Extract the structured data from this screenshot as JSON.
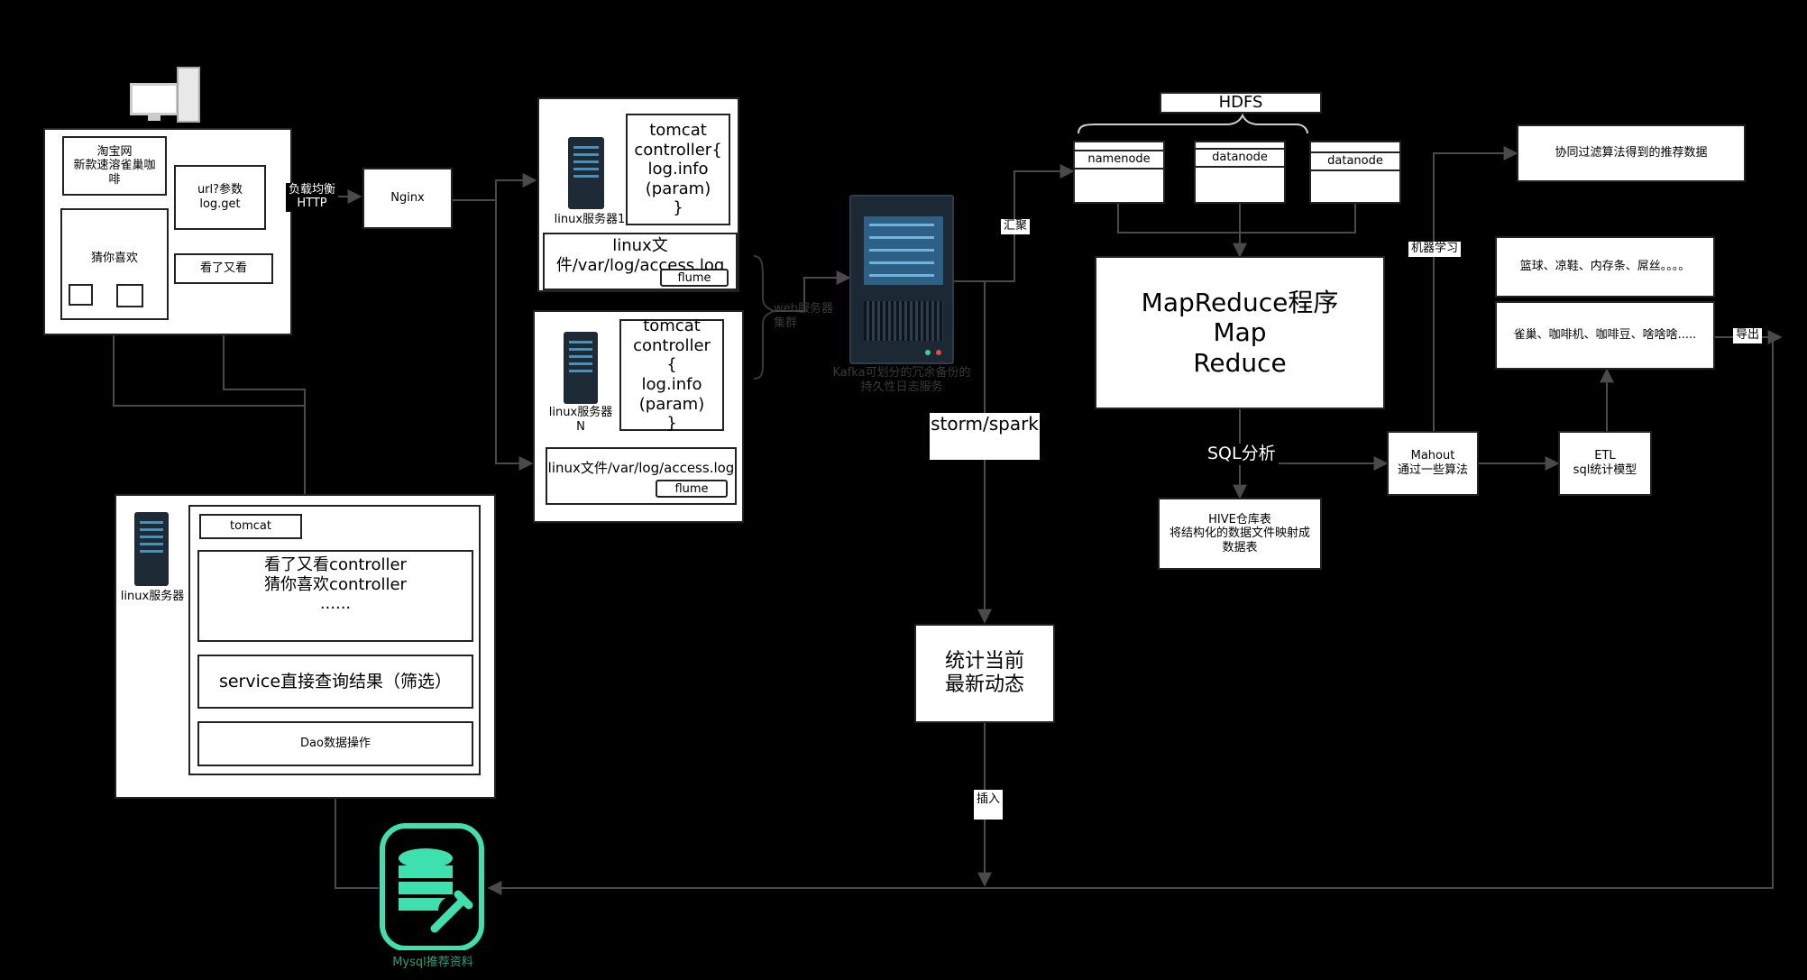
{
  "colors": {
    "background": "#000000",
    "box": "#ffffff",
    "line": "#4a4a4a",
    "mysql_accent": "#3ee0b0",
    "server_dark": "#1e2a35"
  },
  "client": {
    "title": "淘宝网\n新款速溶雀巢咖\n啡",
    "url_box": "url?参数\nlog.get",
    "guess_like": "猜你喜欢",
    "viewed_also": "看了又看",
    "icon": "desktop-computer-icon"
  },
  "edge_labels": {
    "load_balance": "负载均衡\nHTTP",
    "collect": "汇聚",
    "machine_learning": "机器学习",
    "sql_analysis": "SQL分析",
    "insert": "插入",
    "export": "导出"
  },
  "nginx": "Nginx",
  "web_server_1": {
    "server_label": "linux服务器1",
    "tomcat": "tomcat\ncontroller{\nlog.info\n(param)\n}",
    "log_file": "linux文\n件/var/log/access.log",
    "flume": "flume"
  },
  "web_server_n": {
    "server_label": "linux服务器\nN",
    "tomcat": "tomcat\ncontroller\n{\nlog.info\n(param)\n}",
    "log_file": "linux文件/var/log/access.log",
    "flume": "flume"
  },
  "web_cluster_label": "web服务器\n集群",
  "kafka_label": "Kafka可划分的冗余备份的\n持久性日志服务",
  "storm_spark": "storm/spark",
  "realtime_stats": "统计当前\n最新动态",
  "hdfs": {
    "title": "HDFS",
    "nodes": [
      "namenode",
      "datanode",
      "datanode"
    ]
  },
  "mapreduce": "MapReduce程序\nMap\nReduce",
  "hive": "HIVE仓库表\n将结构化的数据文件映射成\n数据表",
  "mahout": "Mahout\n通过一些算法",
  "etl": "ETL\nsql统计模型",
  "cf_result": "协同过滤算法得到的推荐数据",
  "rec_1": "篮球、凉鞋、内存条、屌丝。。。。",
  "rec_2": "雀巢、咖啡机、咖啡豆、啥啥啥.....",
  "app_server": {
    "server_label": "linux服务器",
    "tomcat": "tomcat",
    "controllers": "看了又看controller\n猜你喜欢controller\n......",
    "service": "service直接查询结果（筛选）",
    "dao": "Dao数据操作"
  },
  "mysql_label": "Mysql推荐资料"
}
